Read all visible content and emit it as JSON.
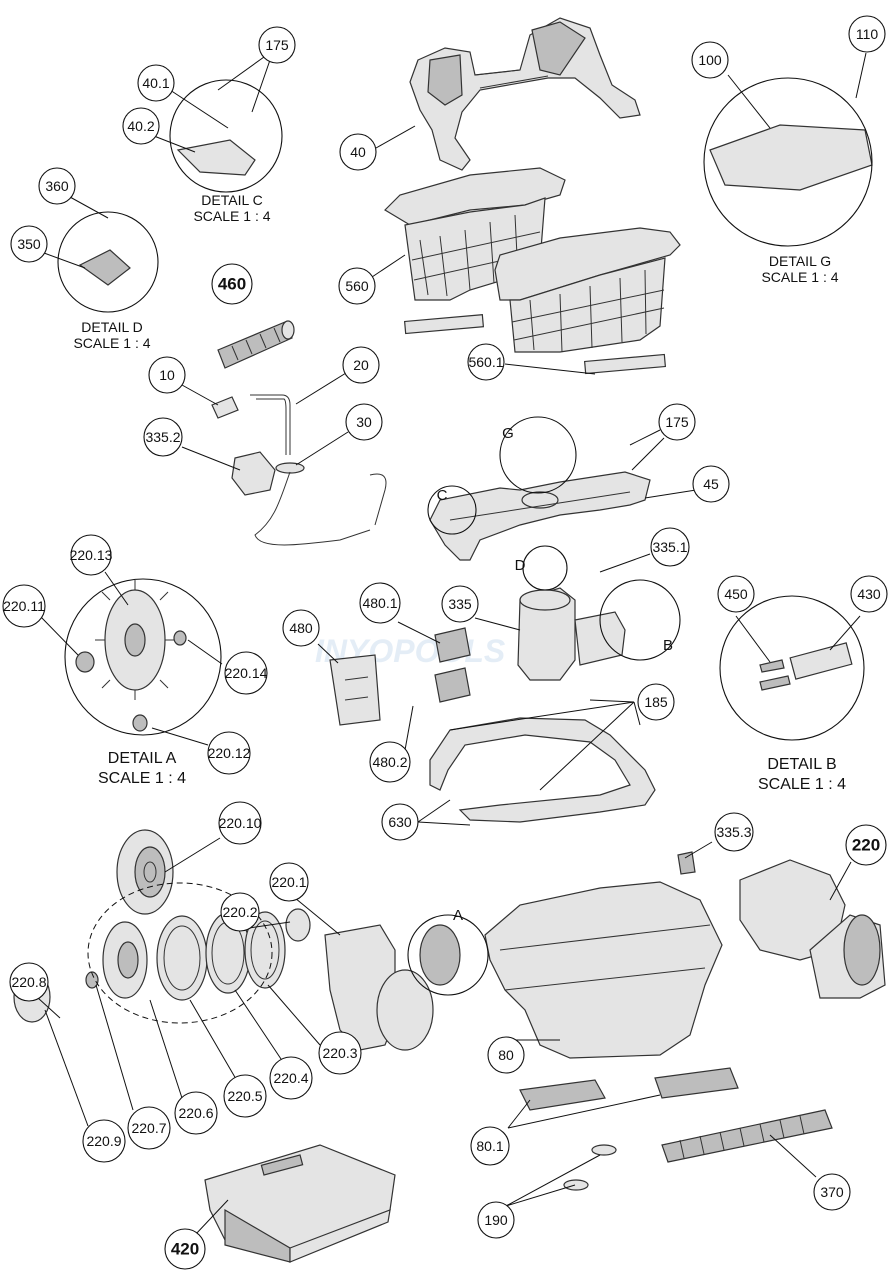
{
  "callouts": [
    {
      "id": "c-175a",
      "label": "175"
    },
    {
      "id": "c-110",
      "label": "110"
    },
    {
      "id": "c-100",
      "label": "100"
    },
    {
      "id": "c-40-1",
      "label": "40.1"
    },
    {
      "id": "c-40-2",
      "label": "40.2"
    },
    {
      "id": "c-40",
      "label": "40"
    },
    {
      "id": "c-360",
      "label": "360"
    },
    {
      "id": "c-350",
      "label": "350"
    },
    {
      "id": "c-460",
      "label": "460"
    },
    {
      "id": "c-560",
      "label": "560"
    },
    {
      "id": "c-560-1",
      "label": "560.1"
    },
    {
      "id": "c-10",
      "label": "10"
    },
    {
      "id": "c-20",
      "label": "20"
    },
    {
      "id": "c-30",
      "label": "30"
    },
    {
      "id": "c-335-2",
      "label": "335.2"
    },
    {
      "id": "c-175b",
      "label": "175"
    },
    {
      "id": "c-45",
      "label": "45"
    },
    {
      "id": "c-335-1",
      "label": "335.1"
    },
    {
      "id": "c-220-13",
      "label": "220.13"
    },
    {
      "id": "c-220-11",
      "label": "220.11"
    },
    {
      "id": "c-220-14",
      "label": "220.14"
    },
    {
      "id": "c-220-12",
      "label": "220.12"
    },
    {
      "id": "c-480-1",
      "label": "480.1"
    },
    {
      "id": "c-335",
      "label": "335"
    },
    {
      "id": "c-480",
      "label": "480"
    },
    {
      "id": "c-480-2",
      "label": "480.2"
    },
    {
      "id": "c-185",
      "label": "185"
    },
    {
      "id": "c-450",
      "label": "450"
    },
    {
      "id": "c-430",
      "label": "430"
    },
    {
      "id": "c-630",
      "label": "630"
    },
    {
      "id": "c-220-10",
      "label": "220.10"
    },
    {
      "id": "c-335-3",
      "label": "335.3"
    },
    {
      "id": "c-220",
      "label": "220"
    },
    {
      "id": "c-220-1",
      "label": "220.1"
    },
    {
      "id": "c-220-2",
      "label": "220.2"
    },
    {
      "id": "c-220-8",
      "label": "220.8"
    },
    {
      "id": "c-220-3",
      "label": "220.3"
    },
    {
      "id": "c-220-4",
      "label": "220.4"
    },
    {
      "id": "c-220-5",
      "label": "220.5"
    },
    {
      "id": "c-220-6",
      "label": "220.6"
    },
    {
      "id": "c-220-7",
      "label": "220.7"
    },
    {
      "id": "c-220-9",
      "label": "220.9"
    },
    {
      "id": "c-80",
      "label": "80"
    },
    {
      "id": "c-80-1",
      "label": "80.1"
    },
    {
      "id": "c-370",
      "label": "370"
    },
    {
      "id": "c-190",
      "label": "190"
    },
    {
      "id": "c-420",
      "label": "420"
    }
  ],
  "details": {
    "c": {
      "title": "DETAIL C",
      "scale": "SCALE 1 : 4"
    },
    "d": {
      "title": "DETAIL D",
      "scale": "SCALE 1 : 4"
    },
    "g": {
      "title": "DETAIL G",
      "scale": "SCALE 1 : 4"
    },
    "a": {
      "title": "DETAIL A",
      "scale": "SCALE 1 : 4"
    },
    "b": {
      "title": "DETAIL B",
      "scale": "SCALE 1 : 4"
    }
  },
  "letters": {
    "g": "G",
    "c": "C",
    "d": "D",
    "b": "B",
    "a": "A"
  },
  "watermark": "INYOPOOLS"
}
